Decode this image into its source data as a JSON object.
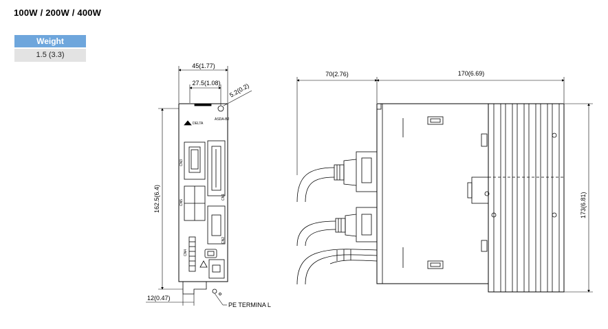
{
  "title": "100W / 200W / 400W",
  "weight": {
    "header": "Weight",
    "value": "1.5 (3.3)"
  },
  "dimensions": {
    "front_width": "45(1.77)",
    "inner_width": "27.5(1.08)",
    "hole": "5.2(0.2)",
    "front_height": "162.5(6.4)",
    "foot_width": "12(0.47)",
    "pe_terminal": "PE TERMINA L",
    "cable_depth": "70(2.76)",
    "side_depth": "170(6.69)",
    "side_height": "173(6.81)"
  },
  "panel_labels": {
    "cn3": "CN3",
    "cn5": "CN5",
    "cn4": "CN4",
    "cn1": "CN1",
    "cn2": "CN2",
    "model": "ASDA-B2",
    "brand": "DELTA"
  },
  "colors": {
    "weight_header": "#6ea6dc",
    "weight_value": "#e3e3e3",
    "line": "#000000"
  }
}
